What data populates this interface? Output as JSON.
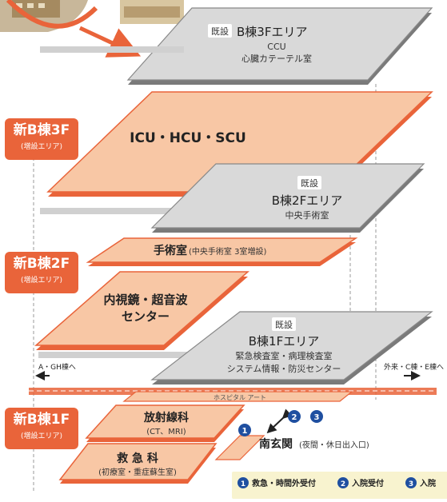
{
  "building_3f": {
    "badge": "既設",
    "name": "B棟3Fエリア",
    "line1": "CCU",
    "line2": "心臓カテーテル室"
  },
  "new_3f": {
    "floor": "新B棟3F",
    "tag": "(増設エリア)",
    "unit": "ICU・HCU・SCU"
  },
  "building_2f": {
    "badge": "既設",
    "name": "B棟2Fエリア",
    "line1": "中央手術室"
  },
  "new_2f": {
    "floor": "新B棟2F",
    "tag": "(増設エリア)",
    "or_main": "手術室",
    "or_note": "(中央手術室 3室増設)",
    "endo1": "内視鏡・超音波",
    "endo2": "センター"
  },
  "building_1f": {
    "badge": "既設",
    "name": "B棟1Fエリア",
    "line1": "緊急検査室・病理検査室",
    "line2": "システム情報・防災センター"
  },
  "new_1f": {
    "floor": "新B棟1F",
    "tag": "(増設エリア)",
    "hospital_art": "ホスピタル アート",
    "radio": "放射線科",
    "radio_note": "(CT、MRI)",
    "er": "救 急 科",
    "er_note": "(初療室・重症蘇生室)"
  },
  "directions": {
    "left": "A・GH棟へ",
    "right": "外来・C棟・E棟へ"
  },
  "entrance": {
    "name": "南玄関",
    "note": "(夜間・休日出入口)",
    "marker1": "1",
    "marker2": "2",
    "marker3": "3"
  },
  "legend": {
    "n1": "1",
    "t1": "救急・時間外受付",
    "n2": "2",
    "t2": "入院受付",
    "n3": "3",
    "t3": "入院"
  },
  "colors": {
    "orange": "#e9643a",
    "peach": "#f8c7a5",
    "gray": "#d9d9d9",
    "navy": "#1f4fa0"
  }
}
